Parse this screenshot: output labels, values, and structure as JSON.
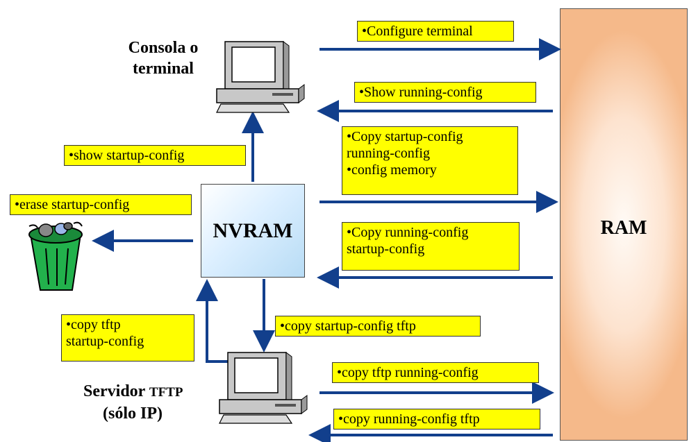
{
  "nodes": {
    "console": [
      "Consola o",
      "terminal"
    ],
    "tftp": [
      "Servidor",
      "TFTP",
      "(sólo IP)"
    ],
    "nvram": "NVRAM",
    "ram": "RAM"
  },
  "notes": {
    "configure_terminal": [
      "•Configure terminal"
    ],
    "show_running": [
      "•Show running-config"
    ],
    "copy_startup_running": [
      "•Copy startup-config",
      "running-config",
      "•config memory"
    ],
    "copy_running_startup": [
      "•Copy running-config",
      "startup-config"
    ],
    "show_startup": [
      "•show startup-config"
    ],
    "erase_startup": [
      "•erase startup-config"
    ],
    "copy_tftp_startup": [
      "•copy tftp",
      "startup-config"
    ],
    "copy_startup_tftp": [
      "•copy startup-config tftp"
    ],
    "copy_tftp_running": [
      "•copy tftp running-config"
    ],
    "copy_running_tftp": [
      "•copy running-config tftp"
    ]
  },
  "colors": {
    "arrow": "#123f8c",
    "note_bg": "#ffff00",
    "trash": "#22b14c"
  },
  "icons": [
    "computer-icon",
    "trash-can-icon"
  ]
}
